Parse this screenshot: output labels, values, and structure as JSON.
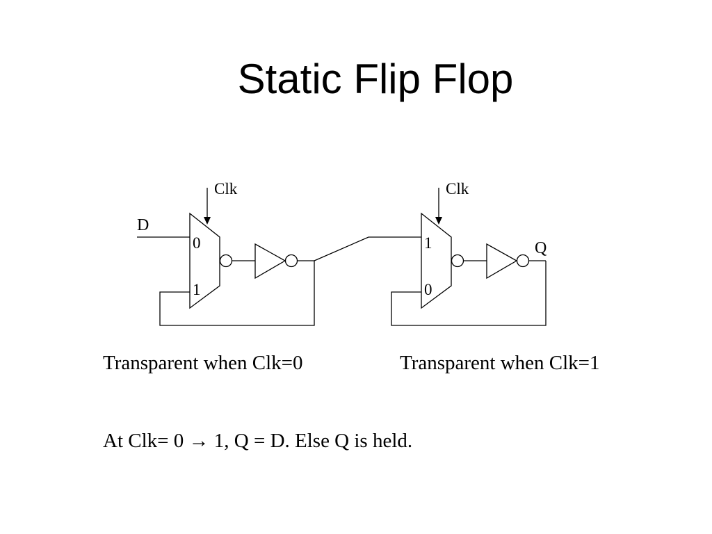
{
  "slide": {
    "title": "Static Flip Flop"
  },
  "circuit": {
    "input_label": "D",
    "output_label": "Q",
    "stage1": {
      "clock_label": "Clk",
      "mux_top_input": "0",
      "mux_bottom_input": "1"
    },
    "stage2": {
      "clock_label": "Clk",
      "mux_top_input": "1",
      "mux_bottom_input": "0"
    }
  },
  "captions": {
    "left": "Transparent when Clk=0",
    "right": "Transparent when Clk=1"
  },
  "note": {
    "prefix": "At Clk= 0 ",
    "arrow": "→",
    "suffix": " 1, Q = D. Else Q is held."
  }
}
